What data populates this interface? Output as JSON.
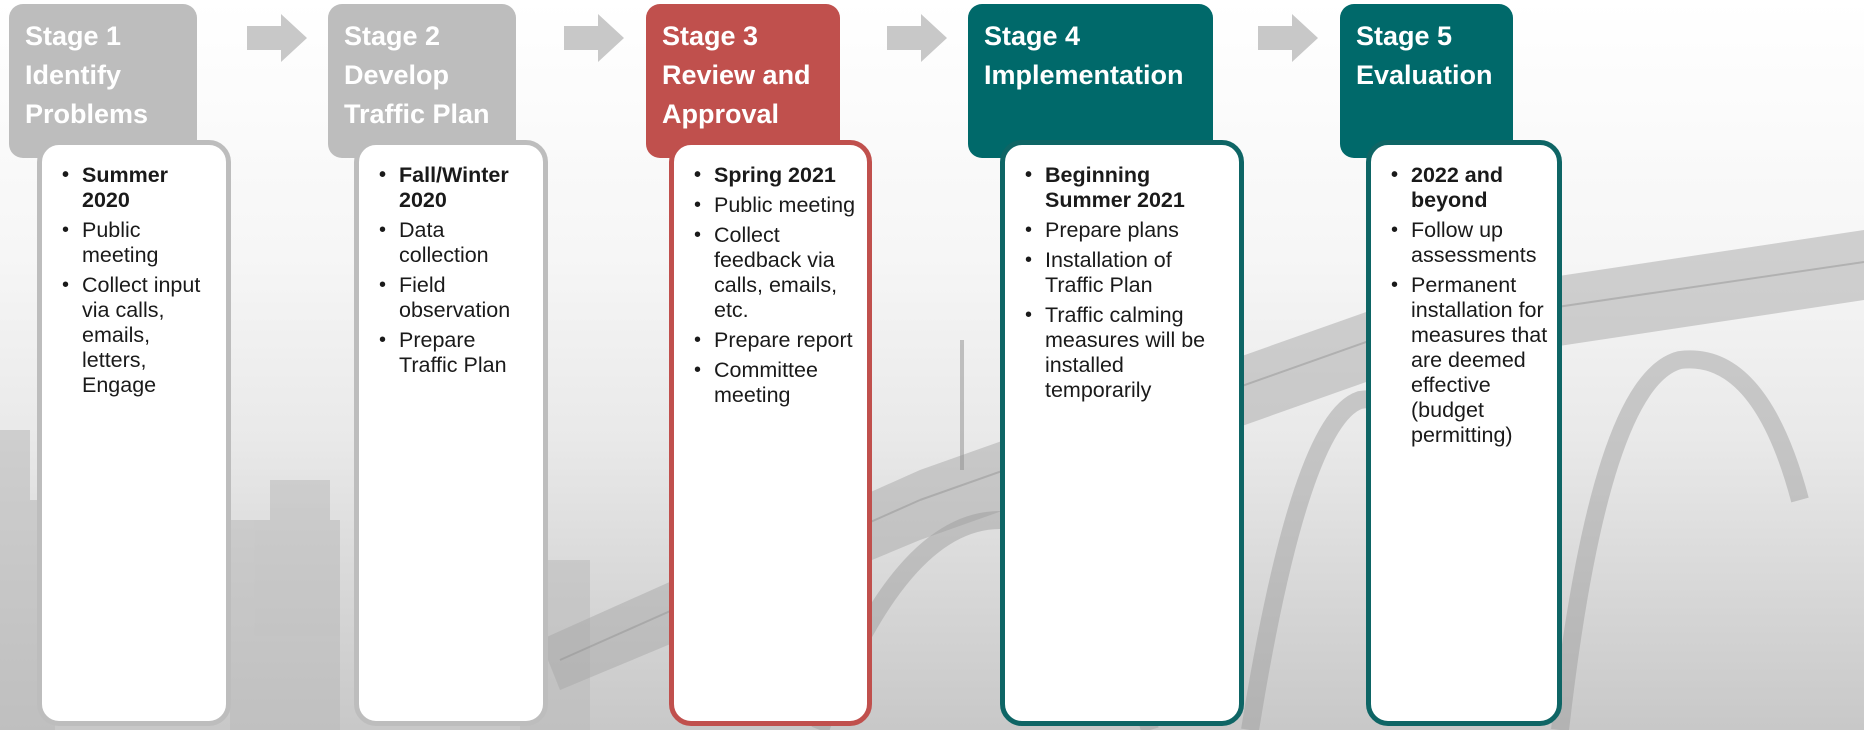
{
  "colors": {
    "gray": "#bdbdbd",
    "red": "#c0504d",
    "teal": "#00696a",
    "arrow": "#c8c8c8"
  },
  "stages": [
    {
      "num": "Stage 1",
      "title": "Identify Problems",
      "date": "Summer 2020",
      "items": [
        "Public meeting",
        "Collect input via calls, emails, letters, Engage"
      ]
    },
    {
      "num": "Stage 2",
      "title": "Develop Traffic Plan",
      "date": "Fall/Winter 2020",
      "items": [
        "Data collection",
        "Field observation",
        "Prepare Traffic Plan"
      ]
    },
    {
      "num": "Stage 3",
      "title": "Review and Approval",
      "date": "Spring 2021",
      "items": [
        "Public meeting",
        "Collect feedback via calls, emails, etc.",
        "Prepare report",
        "Committee meeting"
      ]
    },
    {
      "num": "Stage 4",
      "title": "Implementation",
      "date": "Beginning Summer 2021",
      "items": [
        "Prepare plans",
        "Installation of Traffic Plan",
        "Traffic calming measures will be installed temporarily"
      ]
    },
    {
      "num": "Stage 5",
      "title": "Evaluation",
      "date": "2022 and beyond",
      "items": [
        "Follow up assessments",
        "Permanent installation for measures that are deemed effective (budget permitting)"
      ]
    }
  ]
}
